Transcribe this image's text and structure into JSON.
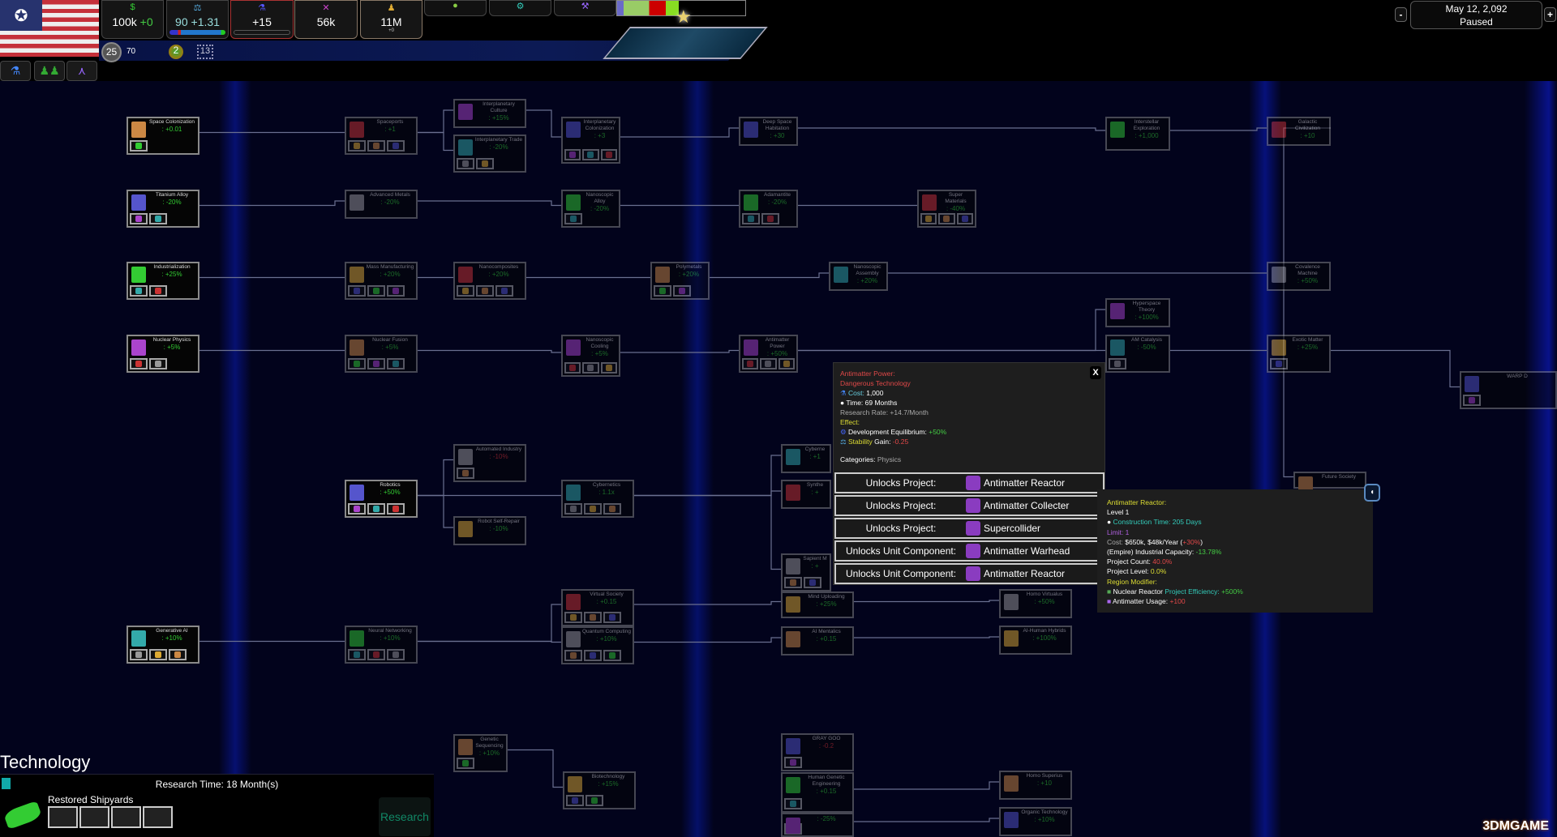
{
  "topbar": {
    "resources": [
      {
        "icon": "money-icon",
        "value": "100k",
        "delta": "+0"
      },
      {
        "icon": "stability-icon",
        "value": "90",
        "delta": "+1.31"
      },
      {
        "icon": "research-flask-icon",
        "value": "+15",
        "delta": ""
      },
      {
        "icon": "military-icon",
        "value": "56k",
        "delta": ""
      },
      {
        "icon": "population-icon",
        "value": "11M",
        "sub": "+0"
      }
    ],
    "small_buttons": [
      "globe-icon",
      "gear-icon",
      "hammer-icon"
    ],
    "level": "25",
    "level_max": "70",
    "badge_a": "2",
    "badge_b": "13",
    "tools": [
      "flask-icon",
      "people-icon",
      "tripod-icon"
    ]
  },
  "date": {
    "minus": "-",
    "plus": "+",
    "date": "May 12, 2,092",
    "status": "Paused"
  },
  "tech_nodes": [
    {
      "name": "Space Colonization",
      "effect": ": +0.01",
      "icons": [
        "habitat"
      ]
    },
    {
      "name": "Titanium Alloy",
      "effect": ": -20%",
      "icons": [
        "crate",
        "star"
      ]
    },
    {
      "name": "Industrialization",
      "effect": ": +25%",
      "icons": [
        "factory",
        "crate"
      ]
    },
    {
      "name": "Nuclear Physics",
      "effect": ": +5%",
      "icons": [
        "person",
        "barrel"
      ]
    },
    {
      "name": "Generative AI",
      "effect": ": +10%",
      "icons": [
        "gear",
        "robot",
        "monitor"
      ]
    },
    {
      "name": "Spaceports",
      "effect": ": +1",
      "dim": true,
      "icons": [
        "port",
        "ship",
        "rock"
      ]
    },
    {
      "name": "Advanced Metals",
      "effect": ": -20%",
      "dim": true,
      "icons": []
    },
    {
      "name": "Mass Manufacturing",
      "effect": ": +20%",
      "dim": true,
      "icons": [
        "arm",
        "cubes",
        "crate"
      ]
    },
    {
      "name": "Nuclear Fusion",
      "effect": ": +5%",
      "dim": true,
      "icons": [
        "reactor",
        "radiation",
        "core"
      ]
    },
    {
      "name": "Robotics",
      "effect": ": +50%",
      "icons": [
        "robot-face",
        "factory",
        "gear"
      ]
    },
    {
      "name": "Neural Networking",
      "effect": ": +10%",
      "dim": true,
      "icons": [
        "building",
        "cube",
        "factory"
      ]
    },
    {
      "name": "Interplanetary Culture",
      "effect": ": +15%",
      "dim": true,
      "icons": []
    },
    {
      "name": "Interplanetary Trade",
      "effect": ": -20%",
      "dim": true,
      "icons": [
        "pyramid",
        "ring"
      ]
    },
    {
      "name": "Nanocomposites",
      "effect": ": +20%",
      "dim": true,
      "icons": [
        "boot",
        "cubes",
        "hammer"
      ]
    },
    {
      "name": "Automated Industry",
      "effect": ": -10%",
      "red": true,
      "dim": true,
      "icons": [
        "factory"
      ]
    },
    {
      "name": "Robot Self-Repair",
      "effect": ": -10%",
      "dim": true,
      "icons": []
    },
    {
      "name": "Genetic Sequencing",
      "effect": ": +10%",
      "dim": true,
      "icons": [
        "dna"
      ]
    },
    {
      "name": "Interplanetary Colonization",
      "effect": ": +3",
      "dim": true,
      "icons": [
        "x",
        "search",
        "drop"
      ]
    },
    {
      "name": "Nanoscopic Alloy",
      "effect": ": -20%",
      "dim": true,
      "icons": [
        "star"
      ]
    },
    {
      "name": "Nanoscopic Cooling",
      "effect": ": +5%",
      "dim": true,
      "icons": [
        "reactor",
        "helmet",
        "core"
      ]
    },
    {
      "name": "Cybernetics",
      "effect": ": 1.1x",
      "dim": true,
      "icons": [
        "arm",
        "factory",
        "gears"
      ]
    },
    {
      "name": "Virtual Society",
      "effect": ": +0.15",
      "dim": true,
      "icons": [
        "clock",
        "clock",
        "share"
      ]
    },
    {
      "name": "Quantum Computing",
      "effect": ": +10%",
      "dim": true,
      "icons": [
        "server",
        "server",
        "cube"
      ]
    },
    {
      "name": "Biotechnology",
      "effect": ": +15%",
      "dim": true,
      "icons": [
        "dna",
        "dna"
      ]
    },
    {
      "name": "Polymetals",
      "effect": ": +20%",
      "dim": true,
      "icons": [
        "gear",
        "gears"
      ]
    },
    {
      "name": "Deep Space Habitation",
      "effect": ": +30",
      "dim": true,
      "icons": []
    },
    {
      "name": "Adamantite",
      "effect": ": -20%",
      "dim": true,
      "icons": [
        "factory",
        "star"
      ]
    },
    {
      "name": "Antimatter Power",
      "effect": ": +50%",
      "dim": true,
      "icons": [
        "reactor",
        "factory",
        "collider"
      ]
    },
    {
      "name": "Cyberne",
      "effect": ": +1",
      "dim": true,
      "icons": []
    },
    {
      "name": "Synthe",
      "effect": ": +",
      "dim": true,
      "icons": []
    },
    {
      "name": "Sapient M",
      "effect": ": +",
      "dim": true,
      "icons": [
        "brain",
        "brain"
      ]
    },
    {
      "name": "Mind Uploading",
      "effect": ": +25%",
      "dim": true,
      "icons": []
    },
    {
      "name": "AI Mentalics",
      "effect": ": +0.15",
      "dim": true,
      "icons": []
    },
    {
      "name": "GRAY GOO",
      "effect": ": -0.2",
      "red": true,
      "dim": true,
      "icons": [
        "drop"
      ]
    },
    {
      "name": "Human Genetic Engineering",
      "effect": ": +0.15",
      "dim": true,
      "icons": [
        "dna"
      ]
    },
    {
      "name": "",
      "effect": ": -25%",
      "dim": true,
      "icons": [
        "organ"
      ]
    },
    {
      "name": "Nanoscopic Assembly",
      "effect": ": +20%",
      "dim": true,
      "icons": []
    },
    {
      "name": "Super Materials",
      "effect": ": -40%",
      "dim": true,
      "icons": [
        "lattice",
        "factory",
        "arm"
      ]
    },
    {
      "name": "Homo Virtualus",
      "effect": ": +50%",
      "dim": true,
      "icons": []
    },
    {
      "name": "AI-Human Hybrids",
      "effect": ": +100%",
      "dim": true,
      "icons": []
    },
    {
      "name": "Homo Superius",
      "effect": ": +10",
      "dim": true,
      "icons": []
    },
    {
      "name": "Organic Technology",
      "effect": ": +10%",
      "dim": true,
      "icons": []
    },
    {
      "name": "Interstellar Exploration",
      "effect": ": +1,000",
      "dim": true,
      "icons": []
    },
    {
      "name": "Hyperspace Theory",
      "effect": ": +100%",
      "dim": true,
      "icons": []
    },
    {
      "name": "AM Catalysis",
      "effect": ": -50%",
      "dim": true,
      "icons": [
        "collider"
      ]
    },
    {
      "name": "Galactic Civilization",
      "effect": ": +10",
      "dim": true,
      "icons": []
    },
    {
      "name": "Covalence Machine",
      "effect": ": +50%",
      "dim": true,
      "icons": []
    },
    {
      "name": "Exotic Matter",
      "effect": ": +25%",
      "dim": true,
      "icons": [
        "factory"
      ]
    },
    {
      "name": "Future Society",
      "effect": "",
      "dim": true,
      "icons": []
    },
    {
      "name": "WARP D",
      "effect": "",
      "dim": true,
      "icons": [
        "ring"
      ]
    }
  ],
  "tooltip": {
    "close": "X",
    "title": "Antimatter Power:",
    "subtitle": "Dangerous Technology",
    "cost_label": "Cost:",
    "cost": "1,000",
    "time": "Time: 69 Months",
    "rate": "Research Rate: +14.7/Month",
    "effect_label": "Effect:",
    "effect1_label": "Development Equilibrium:",
    "effect1_value": "+50%",
    "effect2_label_a": "Stability",
    "effect2_label_b": "Gain:",
    "effect2_value": "-0.25",
    "categories_label": "Categories:",
    "categories": "Physics",
    "unlocks": [
      {
        "label": "Unlocks Project:",
        "item": "Antimatter Reactor",
        "icon": "reactor-icon"
      },
      {
        "label": "Unlocks Project:",
        "item": "Antimatter Collecter",
        "icon": "factory-icon"
      },
      {
        "label": "Unlocks Project:",
        "item": "Supercollider",
        "icon": "collider-icon"
      },
      {
        "label": "Unlocks Unit Component:",
        "item": "Antimatter Warhead",
        "icon": "cube-icon"
      },
      {
        "label": "Unlocks Unit Component:",
        "item": "Antimatter Reactor",
        "icon": "core-icon"
      }
    ]
  },
  "project_tooltip": {
    "title": "Antimatter Reactor:",
    "level": "Level 1",
    "construction": "Construction Time: 205 Days",
    "limit": "Limit: 1",
    "cost_label": "Cost:",
    "cost": "$650k, $48k/Year (",
    "cost_mod": "+30%",
    "cost_end": ")",
    "capacity_label": "(Empire) Industrial Capacity:",
    "capacity": "-13.78%",
    "count_label": "Project Count:",
    "count": "40.0%",
    "plevel_label": "Project Level:",
    "plevel": "0.0%",
    "region_label": "Region Modifier:",
    "mod1_a": "Nuclear Reactor",
    "mod1_b": "Project Efficiency:",
    "mod1_c": "+500%",
    "mod2_a": "Antimatter Usage:",
    "mod2_b": "+100"
  },
  "bottom": {
    "title": "Technology",
    "research_time": "Research Time: 18 Month(s)",
    "current": "Restored Shipyards",
    "research_button": "Research",
    "progress": 0.02
  },
  "watermark": "3DMGAME",
  "colors": {
    "background": "#02031f",
    "positive": "#44cc44",
    "negative": "#e04848",
    "highlight": "#dddd33"
  }
}
